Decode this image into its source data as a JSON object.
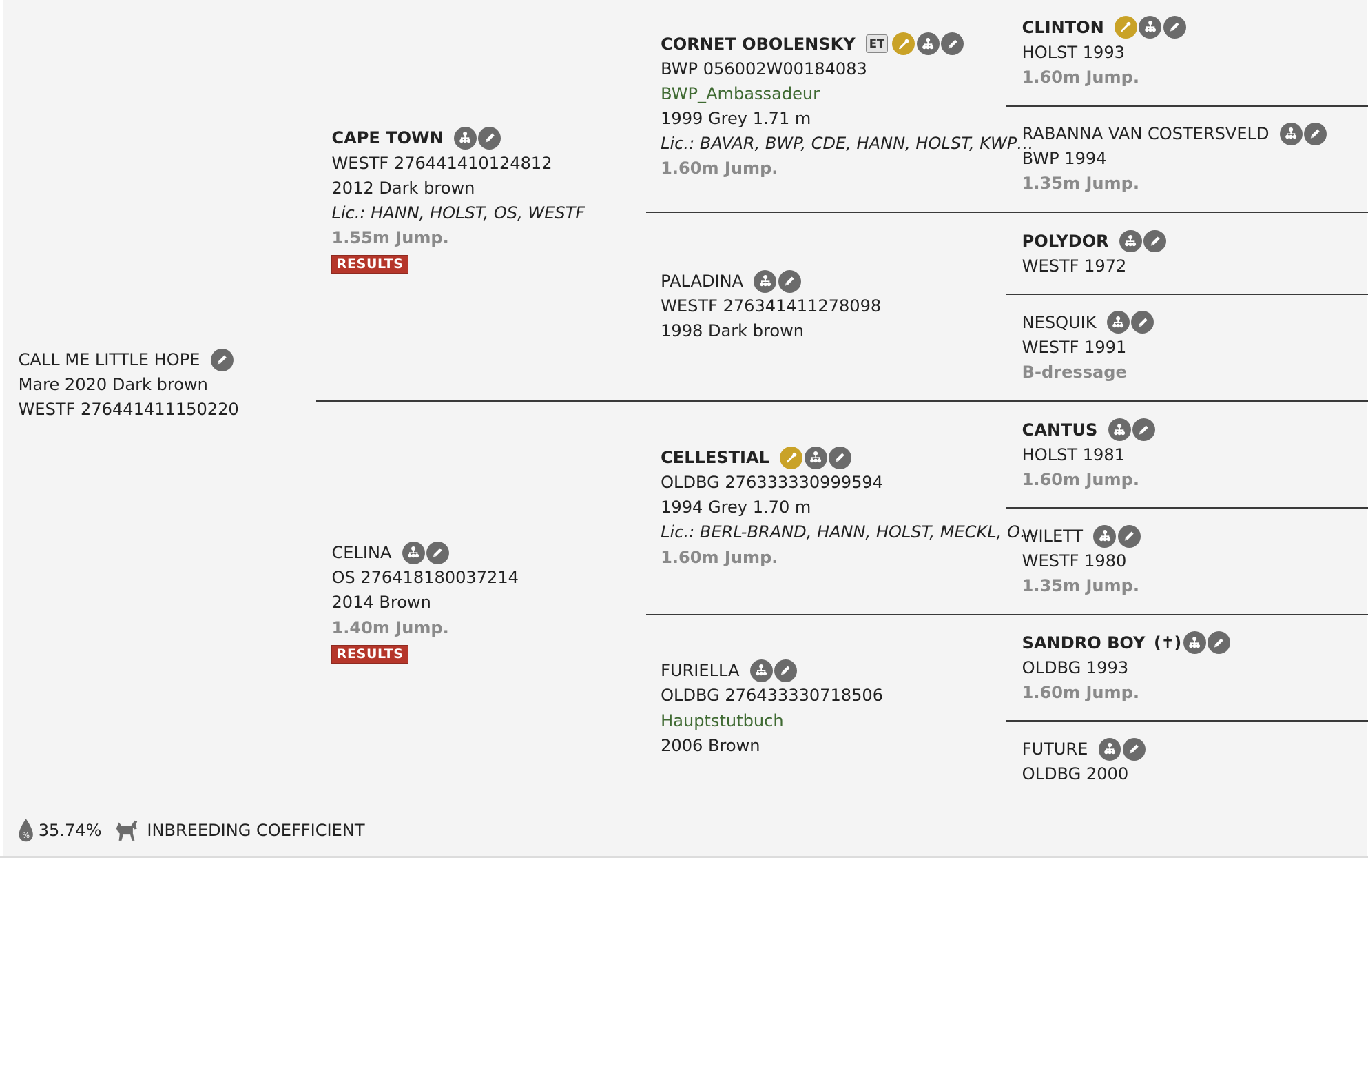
{
  "subject": {
    "name": "CALL ME LITTLE HOPE",
    "line1": "Mare 2020 Dark brown",
    "line2": "WESTF 276441411150220"
  },
  "parents": {
    "sire": {
      "name": "CAPE TOWN",
      "reg": "WESTF 276441410124812",
      "year_color": "2012 Dark brown",
      "lic": "Lic.: HANN, HOLST, OS, WESTF",
      "discipline": "1.55m Jump.",
      "results": "RESULTS"
    },
    "dam": {
      "name": "CELINA",
      "reg": "OS 276418180037214",
      "year_color": "2014 Brown",
      "discipline": "1.40m Jump.",
      "results": "RESULTS"
    }
  },
  "grandparents": {
    "ss": {
      "name": "CORNET OBOLENSKY",
      "badge": "ET",
      "reg": "BWP 056002W00184083",
      "studbook": "BWP_Ambassadeur",
      "year_color": "1999 Grey 1.71 m",
      "lic": "Lic.: BAVAR, BWP, CDE, HANN, HOLST, KWP…",
      "discipline": "1.60m Jump."
    },
    "sd": {
      "name": "PALADINA",
      "reg": "WESTF 276341411278098",
      "year_color": "1998 Dark brown"
    },
    "ds": {
      "name": "CELLESTIAL",
      "reg": "OLDBG 276333330999594",
      "year_color": "1994 Grey 1.70 m",
      "lic": "Lic.: BERL-BRAND, HANN, HOLST, MECKL, O…",
      "discipline": "1.60m Jump."
    },
    "dd": {
      "name": "FURIELLA",
      "reg": "OLDBG 276433330718506",
      "studbook": "Hauptstutbuch",
      "year_color": "2006 Brown"
    }
  },
  "great_grandparents": [
    {
      "name": "CLINTON",
      "reg_year": "HOLST 1993",
      "discipline": "1.60m Jump."
    },
    {
      "name": "RABANNA VAN COSTERSVELD",
      "reg_year": "BWP 1994",
      "discipline": "1.35m Jump."
    },
    {
      "name": "POLYDOR",
      "reg_year": "WESTF 1972"
    },
    {
      "name": "NESQUIK",
      "reg_year": "WESTF 1991",
      "discipline": "B-dressage"
    },
    {
      "name": "CANTUS",
      "reg_year": "HOLST 1981",
      "discipline": "1.60m Jump."
    },
    {
      "name": "WILETT",
      "reg_year": "WESTF 1980",
      "discipline": "1.35m Jump."
    },
    {
      "name": "SANDRO BOY",
      "deceased": "(✝)",
      "reg_year": "OLDBG 1993",
      "discipline": "1.60m Jump."
    },
    {
      "name": "FUTURE",
      "reg_year": "OLDBG 2000"
    }
  ],
  "footer": {
    "coefficient": "35.74%",
    "label": "INBREEDING COEFFICIENT",
    "drop_glyph": "%"
  },
  "icons": {
    "pedigree": "pedigree-tree-icon",
    "edit": "pencil-edit-icon",
    "approved": "approved-stallion-icon",
    "drop": "inbreeding-drop-icon",
    "horse": "horse-icon"
  },
  "colors": {
    "panel": "#f4f4f4",
    "icon_grey": "#6b6b6b",
    "icon_gold": "#c9a227",
    "results_red": "#b5362a",
    "discipline_grey": "#8a8a8a",
    "studbook_green": "#3f6a32"
  }
}
